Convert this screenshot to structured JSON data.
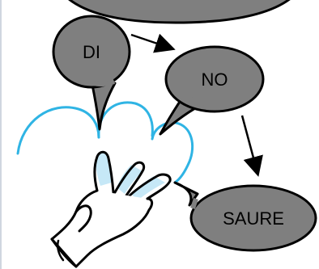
{
  "diagram": {
    "bubbles": [
      {
        "id": "di",
        "label": "DI"
      },
      {
        "id": "no",
        "label": "NO"
      },
      {
        "id": "saure",
        "label": "SAURE"
      }
    ],
    "colors": {
      "bubble_fill": "#7f7f7f",
      "outline": "#000000",
      "arc": "#2fb4e4",
      "finger_tint": "#c6e8f7"
    },
    "icons": [
      "hand-icon",
      "top-bubble-icon",
      "arrow-icon"
    ]
  }
}
